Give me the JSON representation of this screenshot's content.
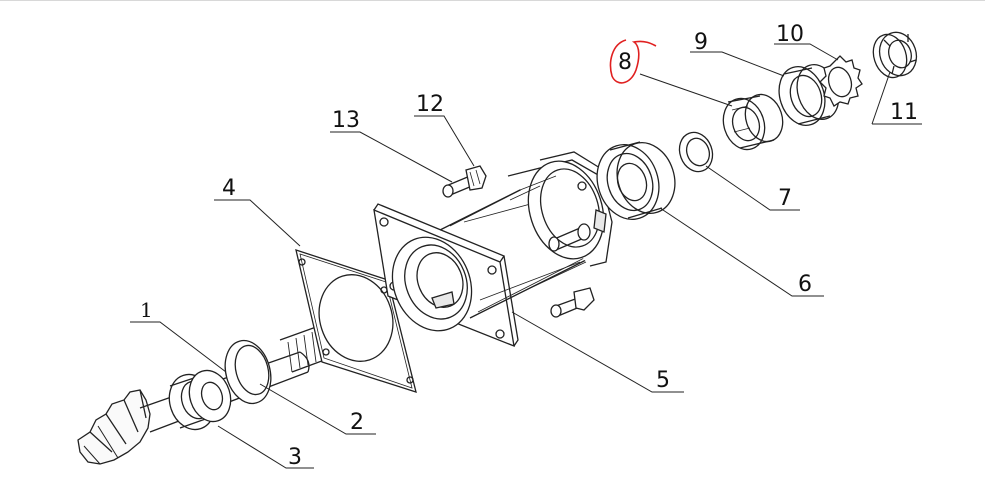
{
  "diagram": {
    "callouts": [
      {
        "id": "1",
        "text": "1"
      },
      {
        "id": "2",
        "text": "2"
      },
      {
        "id": "3",
        "text": "3"
      },
      {
        "id": "4",
        "text": "4"
      },
      {
        "id": "5",
        "text": "5"
      },
      {
        "id": "6",
        "text": "6"
      },
      {
        "id": "7",
        "text": "7"
      },
      {
        "id": "8",
        "text": "8"
      },
      {
        "id": "9",
        "text": "9"
      },
      {
        "id": "10",
        "text": "10"
      },
      {
        "id": "11",
        "text": "11"
      },
      {
        "id": "12",
        "text": "12"
      },
      {
        "id": "13",
        "text": "13"
      }
    ],
    "highlight": {
      "part": "8",
      "color": "#e02020"
    },
    "line_color": "#222222"
  }
}
